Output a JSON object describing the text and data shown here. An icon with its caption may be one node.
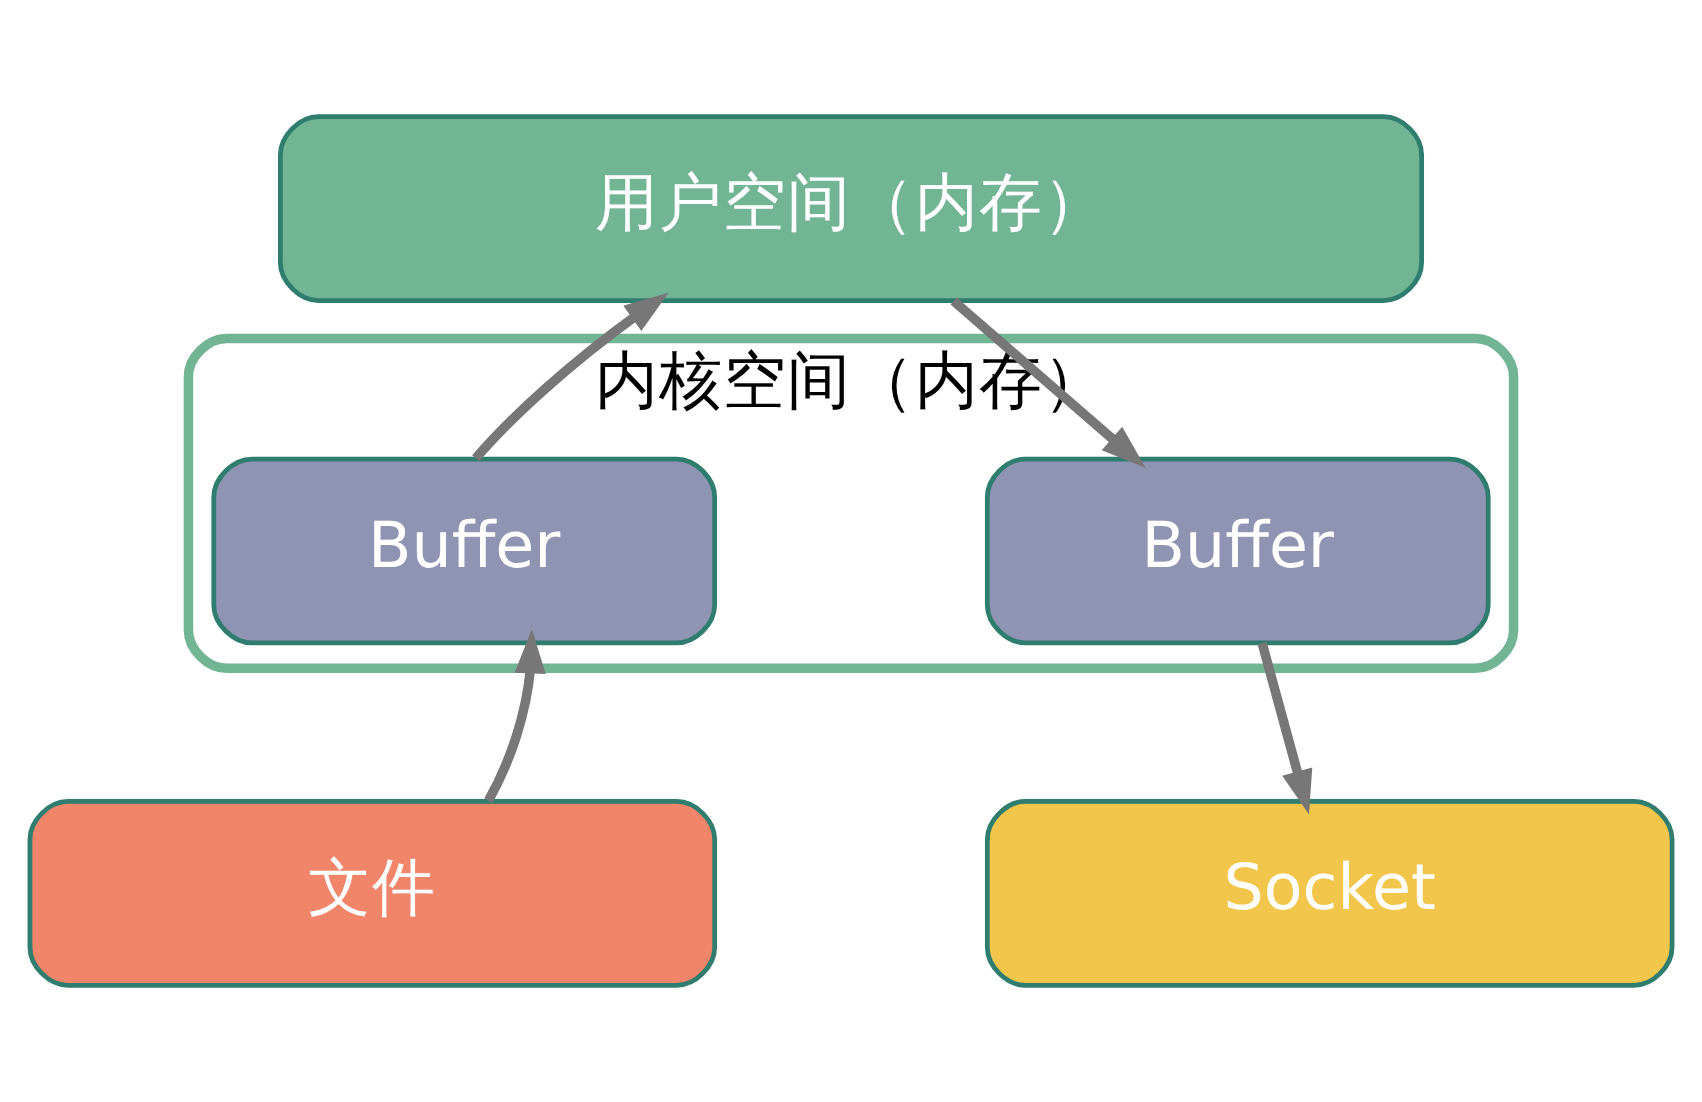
{
  "diagram": {
    "nodes": [
      {
        "text": [
          "用户空间（内存）"
        ]
      },
      {
        "text": [
          "内核空间（内存）"
        ]
      },
      {
        "text": [
          "Buffer"
        ],
        "in": 1
      },
      {
        "text": [
          "Buffer"
        ],
        "in": 1
      },
      {
        "text": [
          "文件"
        ]
      },
      {
        "text": [
          "Socket"
        ]
      }
    ],
    "edges": [
      {
        "from": 4,
        "to": 2,
        "arrow": "to"
      },
      {
        "from": 2,
        "to": 0,
        "arrow": "to"
      },
      {
        "from": 0,
        "to": 3,
        "arrow": "to"
      },
      {
        "from": 3,
        "to": 5,
        "arrow": "to"
      }
    ]
  }
}
